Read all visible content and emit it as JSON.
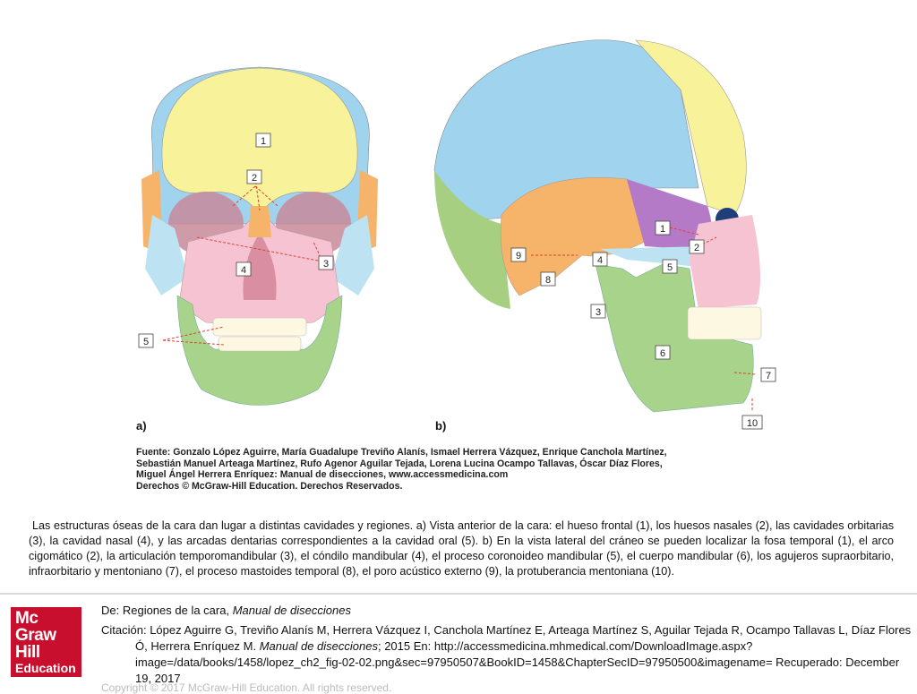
{
  "figure": {
    "panel_a_label": "a)",
    "panel_b_label": "b)",
    "labels_a": [
      "1",
      "2",
      "3",
      "4",
      "5"
    ],
    "labels_b": [
      "1",
      "2",
      "3",
      "4",
      "5",
      "6",
      "7",
      "8",
      "9",
      "10"
    ],
    "source_lines": [
      "Fuente: Gonzalo López Aguirre, María Guadalupe Treviño Alanís, Ismael Herrera Vázquez, Enrique Canchola Martínez,",
      "Sebastián Manuel Arteaga Martínez, Rufo Agenor Aguilar Tejada, Lorena Lucina Ocampo Tallavas, Óscar Díaz Flores,",
      "Miguel Ángel Herrera Enríquez: Manual de disecciones, www.accessmedicina.com",
      "Derechos © McGraw-Hill Education. Derechos Reservados."
    ],
    "colors": {
      "frontal": "#f8f29a",
      "parietal": "#9fd3ee",
      "temporal": "#f6b46a",
      "occipital": "#a6cf82",
      "maxilla": "#f6c3d3",
      "mandible": "#a8d38a",
      "zygomatic": "#bde3f3",
      "sphenoid": "#b57ac7",
      "orbit": "#c78a9a",
      "callout": "#e0412b"
    }
  },
  "caption": "Las estructuras óseas de la cara dan lugar a distintas cavidades y regiones. a) Vista anterior de la cara: el hueso frontal (1), los huesos nasales (2), las cavidades orbitarias (3), la cavidad nasal (4), y las arcadas dentarias correspondientes a la cavidad oral (5). b) En la vista lateral del cráneo se pueden localizar la fosa temporal (1), el arco cigomático (2), la articulación temporomandibular (3), el cóndilo mandibular (4), el proceso coronoideo mandibular (5), el cuerpo mandibular (6), los agujeros supraorbitario, infraorbitario y mentoniano (7), el proceso mastoides temporal (8), el poro acústico externo (9), la protuberancia mentoniana (10).",
  "citation": {
    "from_prefix": "De: Regiones de la cara, ",
    "from_title": "Manual de disecciones",
    "cite_prefix": "Citación: López Aguirre G, Treviño Alanís M, Herrera Vázquez I, Canchola Martínez E, Arteaga Martínez S, Aguilar Tejada R, Ocampo Tallavas L, Díaz Flores Ó, Herrera Enríquez M. ",
    "cite_title": "Manual de disecciones",
    "cite_suffix": "; 2015 En: http://accessmedicina.mhmedical.com/DownloadImage.aspx?image=/data/books/1458/lopez_ch2_fig-02-02.png&sec=97950507&BookID=1458&ChapterSecID=97950500&imagename= Recuperado: December 19, 2017"
  },
  "logo": {
    "line1": "Mc",
    "line2": "Graw",
    "line3": "Hill",
    "line4": "Education"
  },
  "footer_faded": "Copyright © 2017 McGraw-Hill Education. All rights reserved."
}
